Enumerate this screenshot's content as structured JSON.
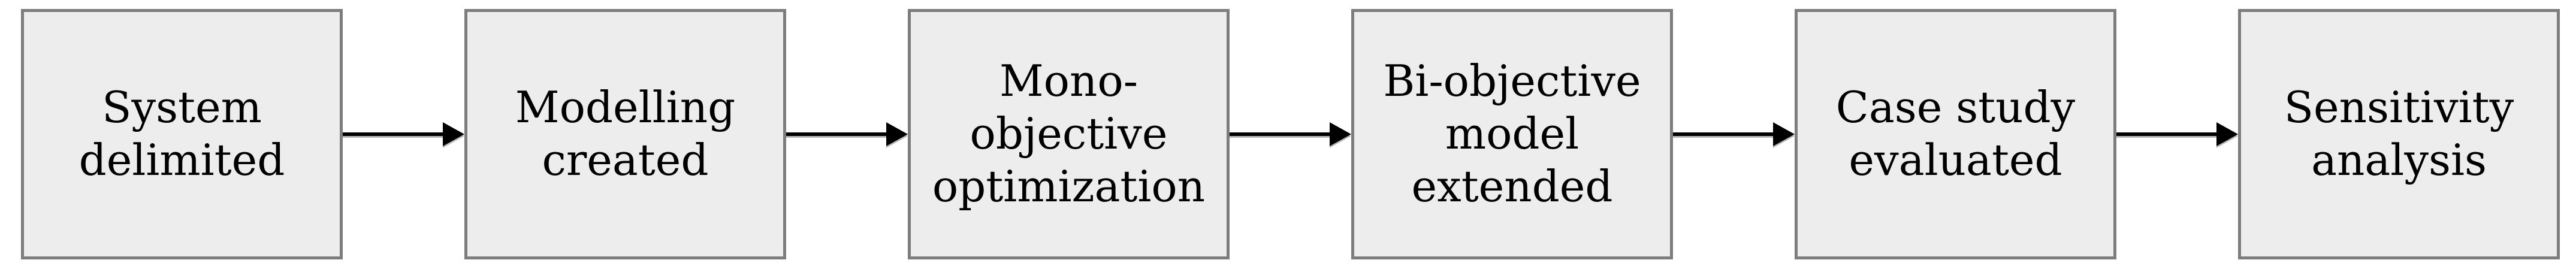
{
  "flowchart": {
    "steps": [
      {
        "label": "System\ndelimited"
      },
      {
        "label": "Modelling\ncreated"
      },
      {
        "label": "Mono-\nobjective\noptimization"
      },
      {
        "label": "Bi-objective\nmodel\nextended"
      },
      {
        "label": "Case study\nevaluated"
      },
      {
        "label": "Sensitivity\nanalysis"
      }
    ],
    "colors": {
      "background": "#ffffff",
      "box_fill": "#ededed",
      "box_border": "#7d7d7d",
      "arrow": "#000000",
      "text": "#000000"
    }
  }
}
